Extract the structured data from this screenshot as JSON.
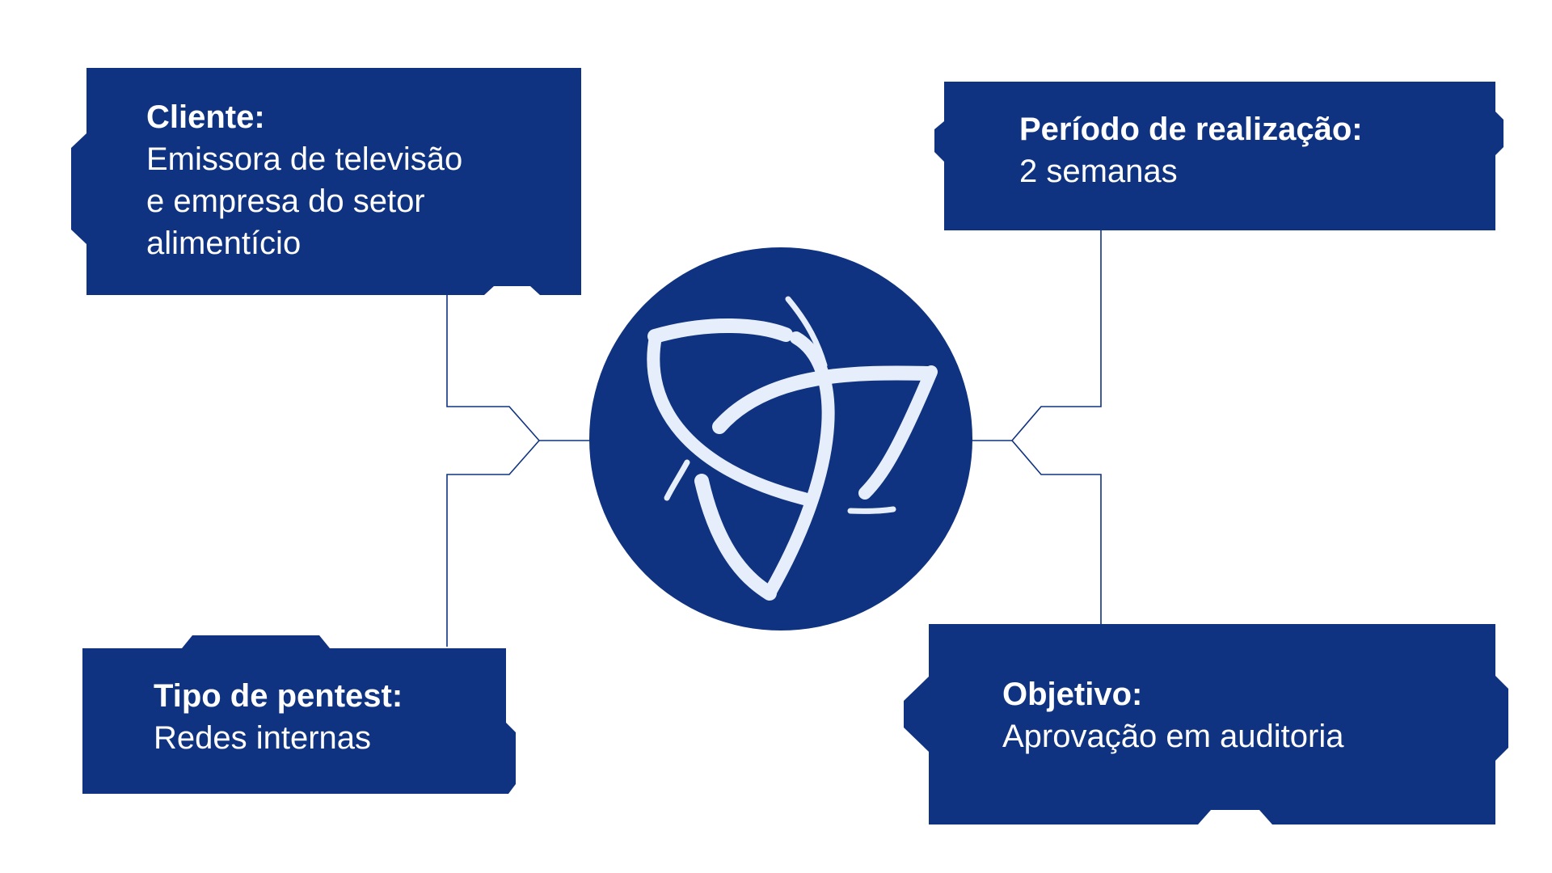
{
  "colors": {
    "card": "#0f3380",
    "connector": "#0f3380",
    "logo_circle": "#0f3380",
    "logo_mark": "#e6eefb",
    "background": "#ffffff"
  },
  "center_logo": {
    "icon": "triquetra-logo-icon"
  },
  "cards": {
    "cliente": {
      "label": "Cliente:",
      "value": "Emissora de televisão\ne empresa do setor\nalimentício"
    },
    "periodo": {
      "label": "Período de realização:",
      "value": "2 semanas"
    },
    "tipo": {
      "label": "Tipo de pentest:",
      "value": "Redes internas"
    },
    "objetivo": {
      "label": "Objetivo:",
      "value": "Aprovação em auditoria"
    }
  }
}
